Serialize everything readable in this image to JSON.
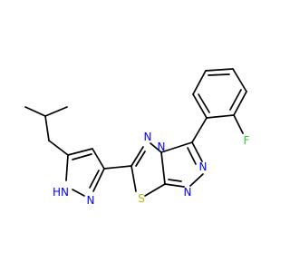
{
  "colors": {
    "background": "#ffffff",
    "bond": "#000000",
    "N": "#0000ff",
    "S": "#b8b800",
    "F": "#33cc33"
  },
  "labels": {
    "N_pz2": "N",
    "NH_pz1": "HN",
    "N_td": "N",
    "N_tr": "N",
    "N_tz1": "N",
    "N_tz2": "N",
    "S1": "S",
    "F1": "F"
  }
}
